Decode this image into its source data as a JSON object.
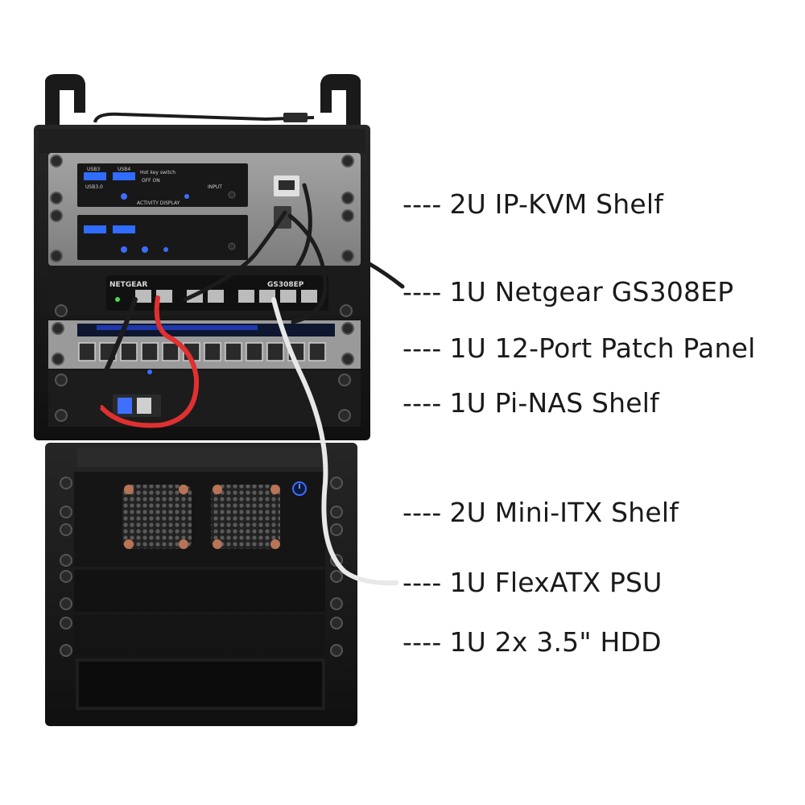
{
  "labels": [
    {
      "dash": "----",
      "text": "2U IP-KVM Shelf"
    },
    {
      "dash": "----",
      "text": "1U Netgear GS308EP"
    },
    {
      "dash": "----",
      "text": "1U 12-Port Patch Panel"
    },
    {
      "dash": "----",
      "text": "1U Pi-NAS Shelf"
    },
    {
      "dash": "----",
      "text": "2U Mini-ITX Shelf"
    },
    {
      "dash": "----",
      "text": "1U FlexATX PSU"
    },
    {
      "dash": "----",
      "text": "1U 2x 3.5\" HDD"
    }
  ],
  "device_text": {
    "netgear_brand": "NETGEAR",
    "netgear_model": "GS308EP",
    "kvm_input": "INPUT",
    "kvm_usb_a": "USB3",
    "kvm_usb_b": "USB4",
    "kvm_usb_c": "USB3.0",
    "kvm_switch": "Hot key switch",
    "kvm_off_on": "OFF  ON",
    "kvm_activity": "ACTIVITY DISPLAY"
  },
  "colors": {
    "rack": "#141414",
    "plate": "#8e8e8e",
    "led_blue": "#3d6cff",
    "cable_red": "#e03030",
    "cable_white": "#e8e8e8",
    "cable_black": "#1c1c1c"
  },
  "icons": [
    "power-button-icon",
    "fan-grille-icon",
    "ethernet-port-icon",
    "usb-port-icon"
  ]
}
